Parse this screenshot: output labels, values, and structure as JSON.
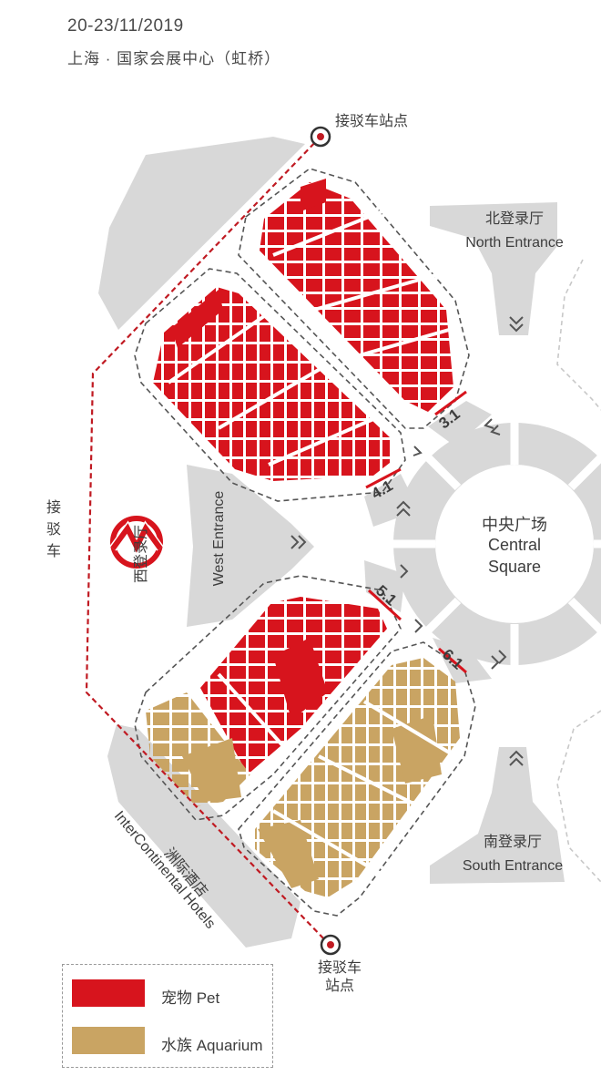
{
  "header": {
    "date": "20-23/11/2019",
    "venue": "上海 · 国家会展中心（虹桥）"
  },
  "colors": {
    "pet": "#d7141d",
    "aquarium": "#c9a463",
    "entrance": "#d8d8d8",
    "shuttle": "#c01a22"
  },
  "shuttle": {
    "top_stop": "接驳车站点",
    "bottom_stop": "接驳车站点",
    "route_label": "接驳车"
  },
  "entrances": {
    "north_cn": "北登录厅",
    "north_en": "North Entrance",
    "west_cn": "西登录厅",
    "west_en": "West Entrance",
    "south_cn": "南登录厅",
    "south_en": "South Entrance"
  },
  "central": {
    "cn": "中央广场",
    "en1": "Central",
    "en2": "Square"
  },
  "halls": [
    "3.1",
    "4.1",
    "5.1",
    "6.1"
  ],
  "hotel": {
    "cn": "洲际酒店",
    "en": "InterContinental Hotels"
  },
  "icons": {
    "metro": "shanghai-metro-logo-icon",
    "arrows": "double-chevron-icon"
  },
  "legend": {
    "pet": "宠物  Pet",
    "aquarium": "水族  Aquarium"
  }
}
